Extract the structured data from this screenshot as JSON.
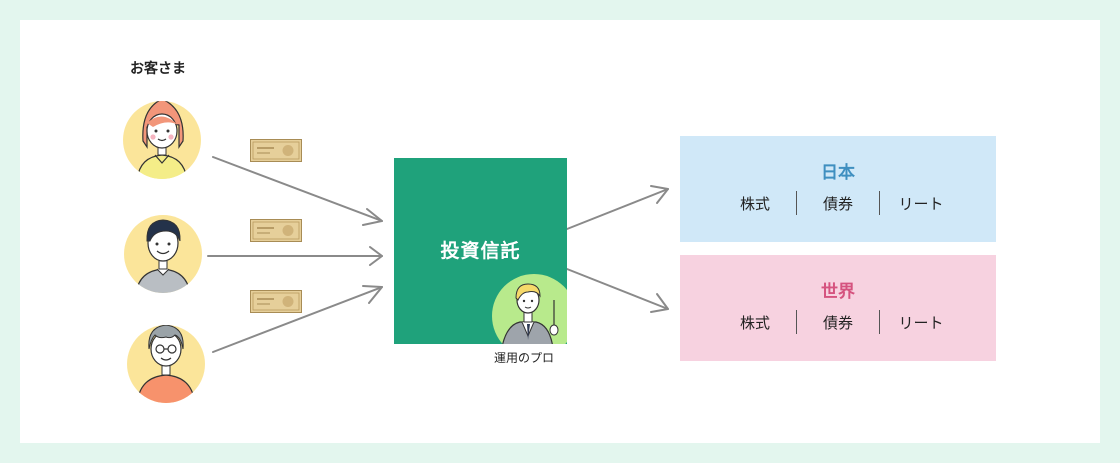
{
  "customers": {
    "title": "お客さま",
    "people": [
      {
        "icon": "woman-avatar-icon"
      },
      {
        "icon": "man-avatar-icon"
      },
      {
        "icon": "elder-avatar-icon"
      }
    ]
  },
  "fund": {
    "label": "投資信託",
    "pro_label": "運用のプロ",
    "pro_icon": "fund-manager-icon"
  },
  "regions": [
    {
      "title": "日本",
      "color": "#3f8fc0",
      "bg": "#d0e8f8",
      "items": [
        "株式",
        "債券",
        "リート"
      ]
    },
    {
      "title": "世界",
      "color": "#d5537f",
      "bg": "#f7d2e0",
      "items": [
        "株式",
        "債券",
        "リート"
      ]
    }
  ],
  "colors": {
    "page_bg": "#e3f6ee",
    "fund_bg": "#1fa27b",
    "arrow": "#8a8a8a",
    "bill": "#e6cf9a"
  },
  "icons": {
    "bill": "banknote-icon",
    "arrow": "arrow-right-icon"
  }
}
